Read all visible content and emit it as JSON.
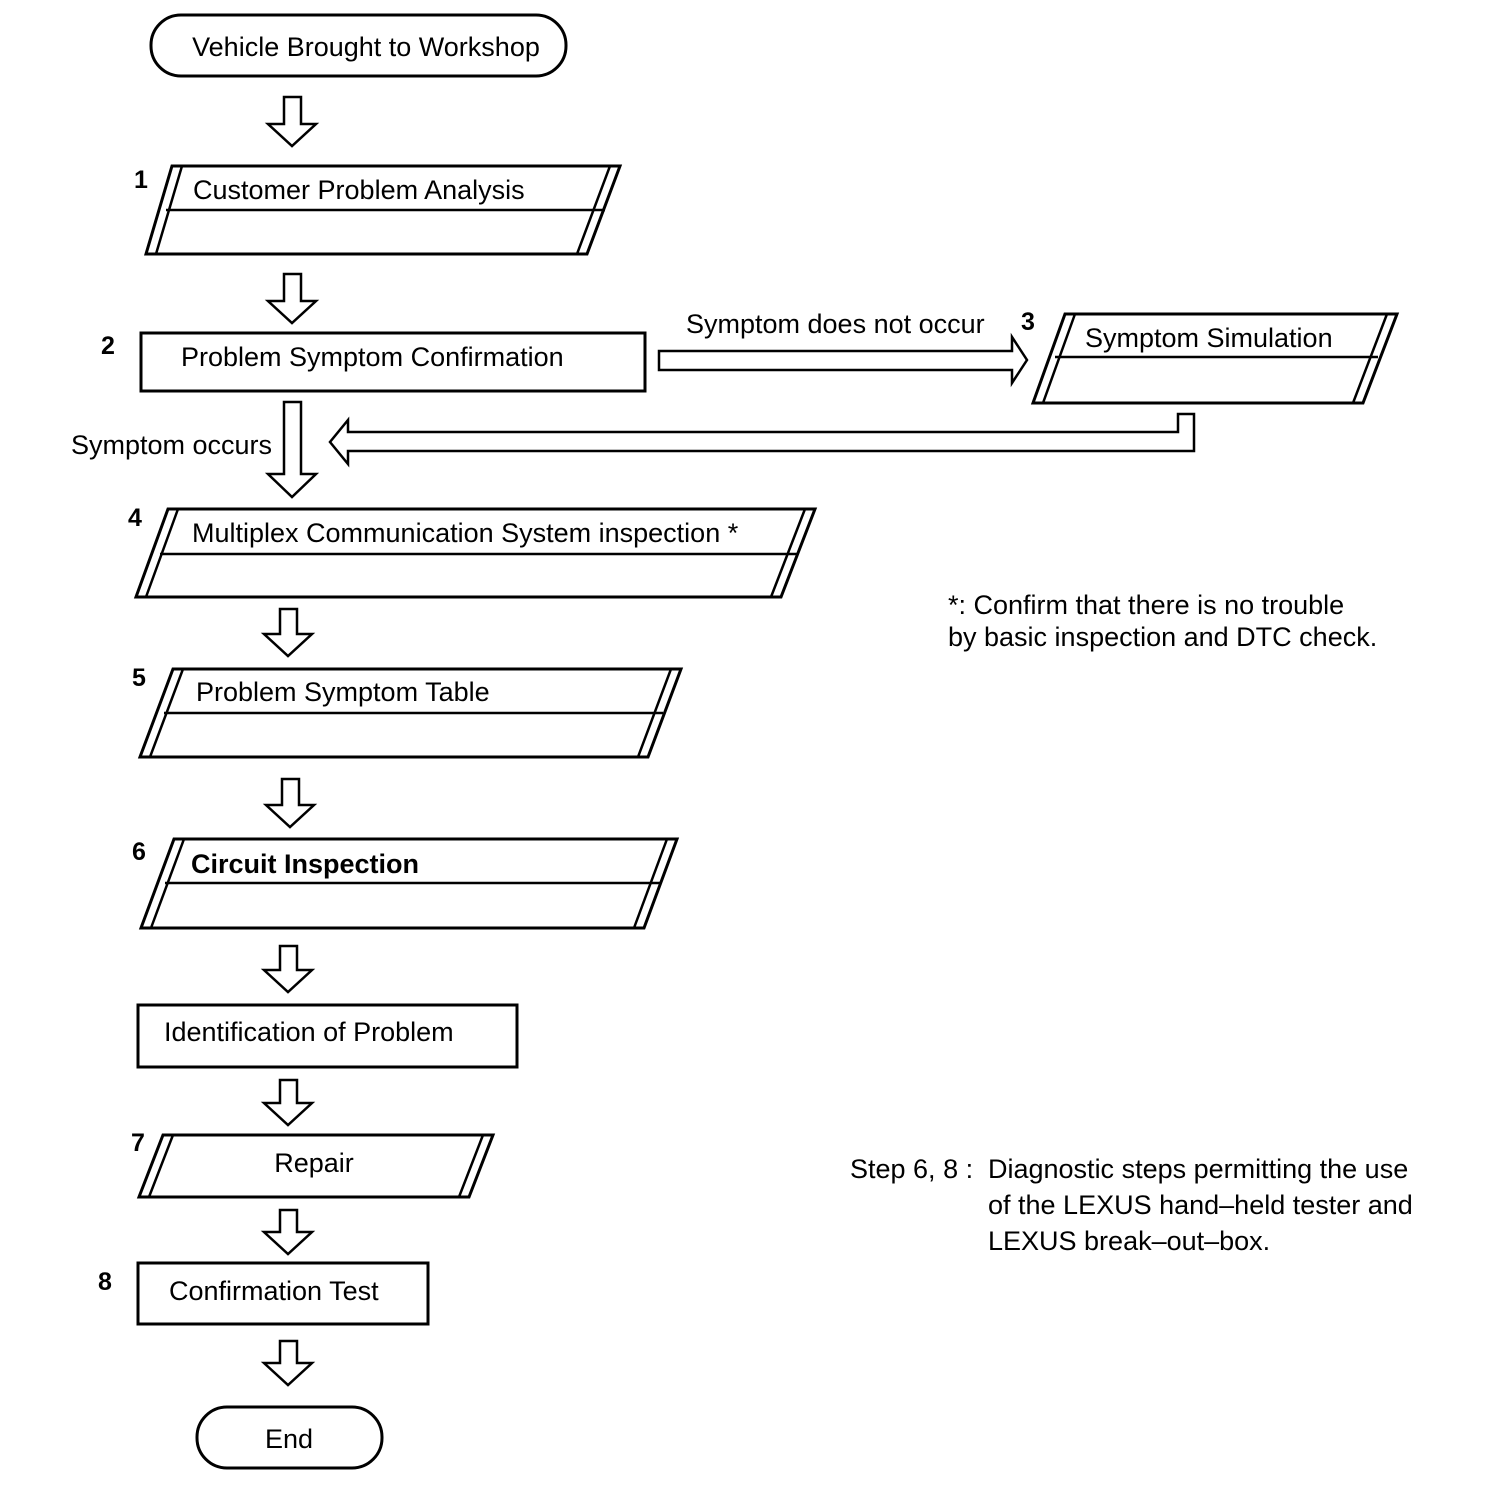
{
  "start": {
    "label": "Vehicle Brought to Workshop"
  },
  "steps": [
    {
      "number": "1",
      "label": "Customer Problem Analysis"
    },
    {
      "number": "2",
      "label": "Problem Symptom Confirmation"
    },
    {
      "number": "3",
      "label": "Symptom Simulation"
    },
    {
      "number": "4",
      "label": "Multiplex Communication System inspection *"
    },
    {
      "number": "5",
      "label": "Problem Symptom Table"
    },
    {
      "number": "6",
      "label": "Circuit Inspection"
    },
    {
      "label": "Identification of Problem"
    },
    {
      "number": "7",
      "label": "Repair"
    },
    {
      "number": "8",
      "label": "Confirmation Test"
    }
  ],
  "end": {
    "label": "End"
  },
  "edges": {
    "not_occur": "Symptom does not occur",
    "occurs": "Symptom occurs"
  },
  "notes": {
    "asterisk": [
      "*: Confirm that there is no trouble",
      "by basic inspection and DTC check."
    ],
    "steps_key": "Step 6, 8 :",
    "steps_text": [
      "Diagnostic steps permitting the use",
      "of the LEXUS hand–held tester and",
      "LEXUS break–out–box."
    ]
  }
}
